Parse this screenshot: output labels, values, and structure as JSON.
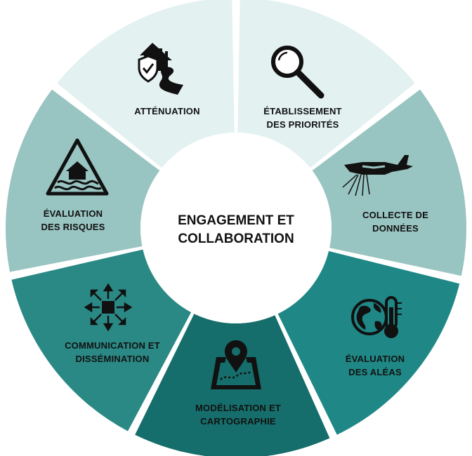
{
  "center": {
    "line1": "ENGAGEMENT ET",
    "line2": "COLLABORATION"
  },
  "segments": [
    {
      "id": "attenuation",
      "lines": [
        "ATTÉNUATION"
      ],
      "color": "#e3f1f1",
      "text_color": "#111111",
      "icon": "house-shield-road-icon"
    },
    {
      "id": "priorites",
      "lines": [
        "ÉTABLISSEMENT",
        "DES PRIORITÉS"
      ],
      "color": "#e3f1f1",
      "text_color": "#111111",
      "icon": "magnifier-icon"
    },
    {
      "id": "collecte",
      "lines": [
        "COLLECTE DE",
        "DONNÉES"
      ],
      "color": "#98c4c1",
      "text_color": "#111111",
      "icon": "survey-airplane-icon"
    },
    {
      "id": "aleas",
      "lines": [
        "ÉVALUATION",
        "DES ALÉAS"
      ],
      "color": "#1f8886",
      "text_color": "#111111",
      "icon": "globe-thermometer-icon"
    },
    {
      "id": "modelisation",
      "lines": [
        "MODÉLISATION ET",
        "CARTOGRAPHIE"
      ],
      "color": "#156e6b",
      "text_color": "#111111",
      "icon": "map-pin-icon"
    },
    {
      "id": "communication",
      "lines": [
        "COMMUNICATION ET",
        "DISSÉMINATION"
      ],
      "color": "#2a8985",
      "text_color": "#111111",
      "icon": "broadcast-arrows-icon"
    },
    {
      "id": "risques",
      "lines": [
        "ÉVALUATION",
        "DES RISQUES"
      ],
      "color": "#98c4c1",
      "text_color": "#111111",
      "icon": "flood-warning-icon"
    }
  ]
}
